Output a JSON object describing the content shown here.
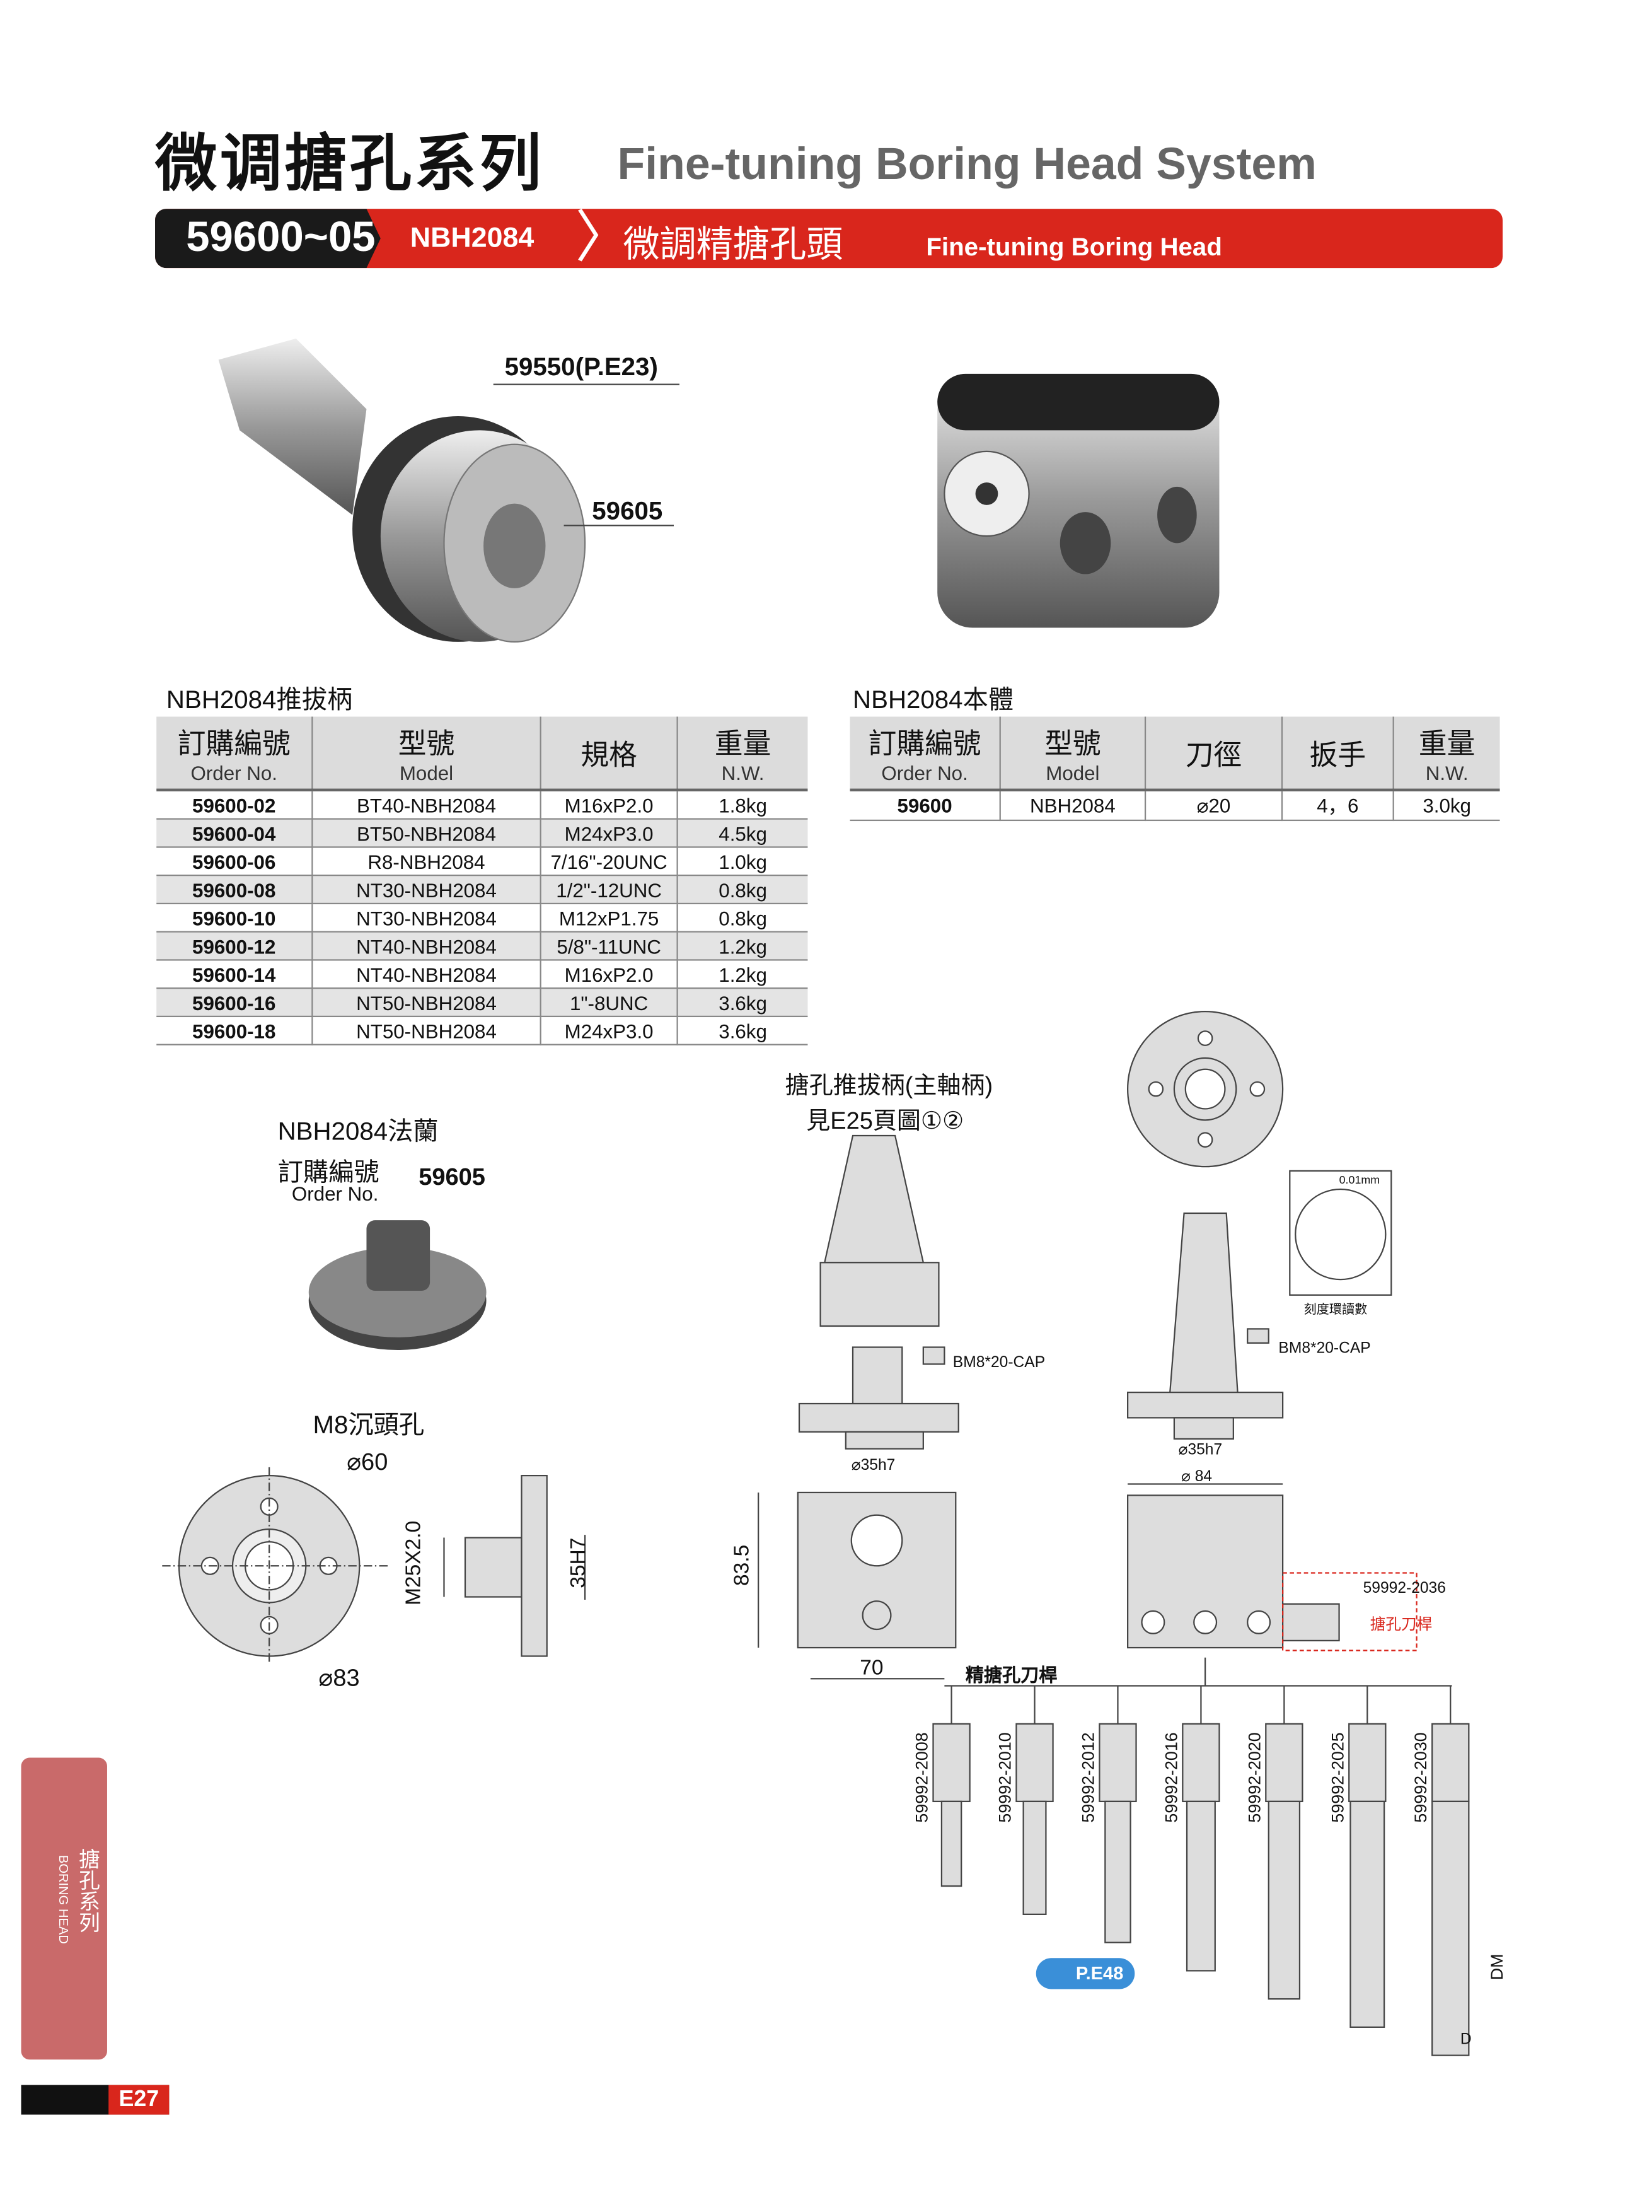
{
  "header": {
    "title_cn": "微调搪孔系列",
    "title_en": "Fine-tuning Boring Head System"
  },
  "banner": {
    "code": "59600~05",
    "model": "NBH2084",
    "chevron": "〉",
    "title_cn": "微調精搪孔頭",
    "title_en": "Fine-tuning Boring Head"
  },
  "photo_labels": {
    "arbor": "59550(P.E23)",
    "flange": "59605"
  },
  "shank_table": {
    "title": "NBH2084推拔柄",
    "headers": [
      {
        "cn": "訂購編號",
        "en": "Order No."
      },
      {
        "cn": "型號",
        "en": "Model"
      },
      {
        "cn": "規格",
        "en": ""
      },
      {
        "cn": "重量",
        "en": "N.W."
      }
    ],
    "rows": [
      [
        "59600-02",
        "BT40-NBH2084",
        "M16xP2.0",
        "1.8kg"
      ],
      [
        "59600-04",
        "BT50-NBH2084",
        "M24xP3.0",
        "4.5kg"
      ],
      [
        "59600-06",
        "R8-NBH2084",
        "7/16\"-20UNC",
        "1.0kg"
      ],
      [
        "59600-08",
        "NT30-NBH2084",
        "1/2\"-12UNC",
        "0.8kg"
      ],
      [
        "59600-10",
        "NT30-NBH2084",
        "M12xP1.75",
        "0.8kg"
      ],
      [
        "59600-12",
        "NT40-NBH2084",
        "5/8\"-11UNC",
        "1.2kg"
      ],
      [
        "59600-14",
        "NT40-NBH2084",
        "M16xP2.0",
        "1.2kg"
      ],
      [
        "59600-16",
        "NT50-NBH2084",
        "1\"-8UNC",
        "3.6kg"
      ],
      [
        "59600-18",
        "NT50-NBH2084",
        "M24xP3.0",
        "3.6kg"
      ]
    ]
  },
  "body_table": {
    "title": "NBH2084本體",
    "headers": [
      {
        "cn": "訂購編號",
        "en": "Order No."
      },
      {
        "cn": "型號",
        "en": "Model"
      },
      {
        "cn": "刀徑",
        "en": ""
      },
      {
        "cn": "扳手",
        "en": ""
      },
      {
        "cn": "重量",
        "en": "N.W."
      }
    ],
    "rows": [
      [
        "59600",
        "NBH2084",
        "⌀20",
        "4，6",
        "3.0kg"
      ]
    ]
  },
  "flange": {
    "title": "NBH2084法蘭",
    "order_cn": "訂購編號",
    "order_en": "Order No.",
    "order_no": "59605",
    "hole_label": "M8沉頭孔",
    "d60": "⌀60",
    "d83": "⌀83",
    "thread": "M25X2.0",
    "bore": "35H7"
  },
  "diagram": {
    "shank_title": "搪孔推拔柄(主軸柄)",
    "shank_ref": "見E25頁圖①②",
    "cap1": "BM8*20-CAP",
    "cap2": "BM8*20-CAP",
    "d35a": "⌀35h7",
    "d35b": "⌀35h7",
    "d84": "⌀ 84",
    "h83": "83.5",
    "w70": "70",
    "dial_label": "刻度環讀數",
    "dial_unit": "0.01mm",
    "bar_code": "59992-2036",
    "bar_label": "搪孔刀桿",
    "fine_bars": "精搪孔刀桿",
    "dm": "DM",
    "d": "D",
    "ref": "P.E48",
    "tools": [
      "59992-2008",
      "59992-2010",
      "59992-2012",
      "59992-2016",
      "59992-2020",
      "59992-2025",
      "59992-2030"
    ]
  },
  "sidebar": {
    "cn": "搪孔系列",
    "en": "BORING HEAD"
  },
  "page": {
    "number": "E27"
  }
}
